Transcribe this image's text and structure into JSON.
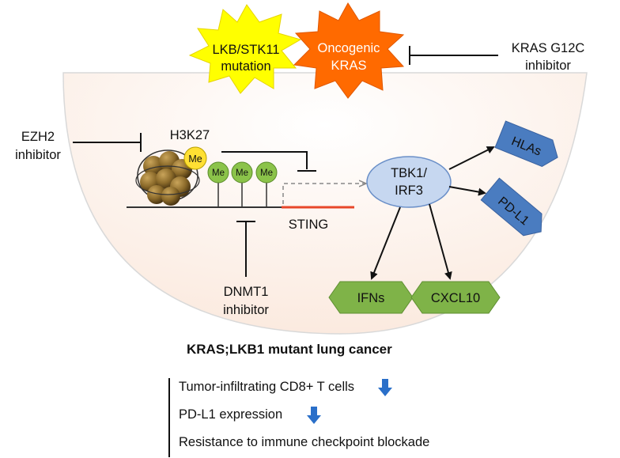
{
  "top": {
    "lkb_label_1": "LKB/STK11",
    "lkb_label_2": "mutation",
    "kras_label_1": "Oncogenic",
    "kras_label_2": "KRAS",
    "kras_inhibitor_1": "KRAS G12C",
    "kras_inhibitor_2": "inhibitor"
  },
  "left": {
    "ezh2_1": "EZH2",
    "ezh2_2": "inhibitor",
    "h3k27": "H3K27",
    "me": "Me",
    "dnmt1_1": "DNMT1",
    "dnmt1_2": "inhibitor"
  },
  "center": {
    "sting": "STING",
    "tbk1_1": "TBK1/",
    "tbk1_2": "IRF3"
  },
  "outputs": {
    "hlas": "HLAs",
    "pdl1": "PD-L1",
    "ifns": "IFNs",
    "cxcl10": "CXCL10"
  },
  "summary": {
    "title": "KRAS;LKB1 mutant lung cancer",
    "items": [
      "Tumor-infiltrating CD8+ T cells",
      "PD-L1 expression",
      "Resistance to immune checkpoint blockade"
    ]
  },
  "colors": {
    "lkb_star": "#ffff00",
    "kras_star": "#ff6a00",
    "cell_fill": "#fcefe6",
    "me_green": "#8bc34a",
    "me_yellow": "#ffe033",
    "nucleosome": "#8b6a2a",
    "tbk1_fill": "#c6d7f0",
    "blue_tag": "#4a7cc0",
    "green_hex": "#7fb348",
    "sting_line": "#e8472a",
    "down_arrow": "#2a6fc9"
  }
}
